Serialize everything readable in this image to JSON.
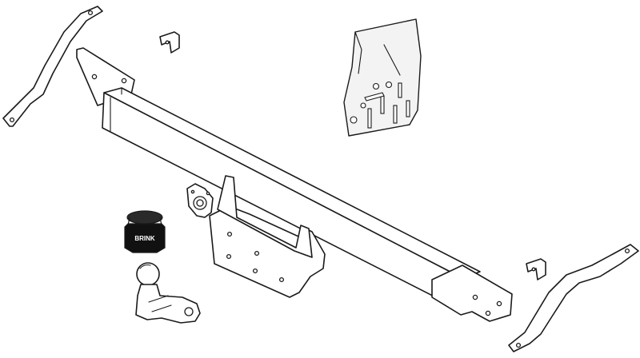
{
  "figure": {
    "cover_logo_text": "BRINK"
  },
  "parts": [
    {
      "part": "tow-bar-crossbeam"
    },
    {
      "part": "mounting-strap-left"
    },
    {
      "part": "mounting-strap-right"
    },
    {
      "part": "angle-bracket-left"
    },
    {
      "part": "angle-bracket-right"
    },
    {
      "part": "hardware-bag"
    },
    {
      "part": "tow-ball-cover"
    },
    {
      "part": "tow-ball-neck"
    },
    {
      "part": "socket-plate"
    }
  ],
  "colors": {
    "line": "#1a1a1a",
    "background": "#ffffff",
    "cover": "#111111"
  }
}
